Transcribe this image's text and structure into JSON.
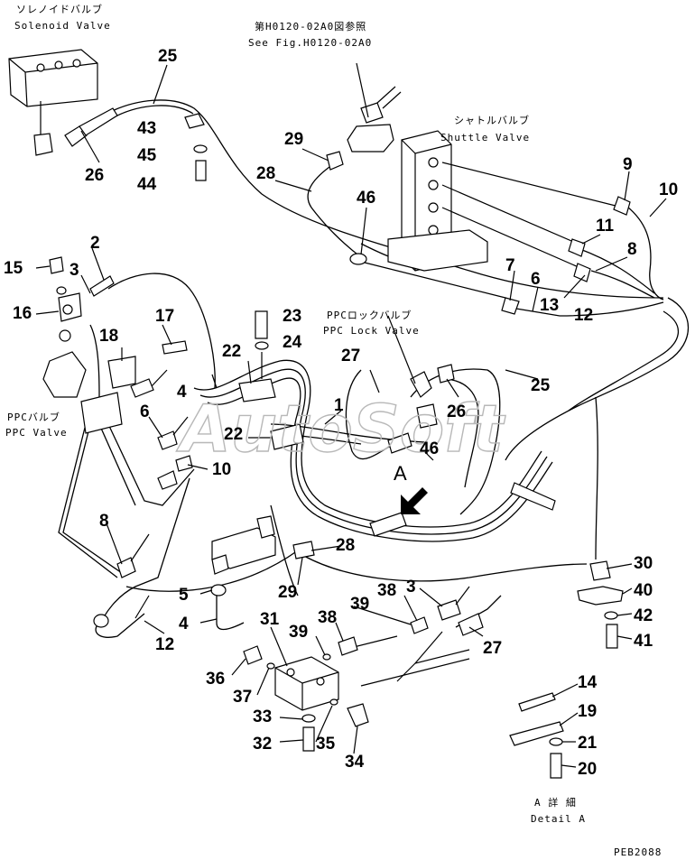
{
  "labels": {
    "solenoid_jp": "ソレノイドバルブ",
    "solenoid_en": "Solenoid Valve",
    "seefig_jp": "第H0120-02A0図参照",
    "seefig_en": "See Fig.H0120-02A0",
    "shuttle_jp": "シャトルバルブ",
    "shuttle_en": "Shuttle Valve",
    "ppclock_jp": "PPCロックバルブ",
    "ppclock_en": "PPC Lock Valve",
    "ppc_jp": "PPCバルブ",
    "ppc_en": "PPC Valve",
    "detail_jp": "A 詳 細",
    "detail_en": "Detail A",
    "view_a": "A",
    "code": "PEB2088",
    "watermark": "AutoSoft"
  },
  "part_numbers": [
    "25",
    "43",
    "45",
    "44",
    "26",
    "29",
    "28",
    "46",
    "9",
    "10",
    "11",
    "8",
    "7",
    "6",
    "13",
    "12",
    "2",
    "15",
    "3",
    "16",
    "17",
    "23",
    "24",
    "18",
    "22",
    "27",
    "4",
    "6",
    "1",
    "25",
    "26",
    "22",
    "46",
    "10",
    "8",
    "30",
    "40",
    "42",
    "41",
    "28",
    "5",
    "29",
    "4",
    "12",
    "38",
    "3",
    "31",
    "39",
    "38",
    "39",
    "27",
    "36",
    "37",
    "33",
    "32",
    "35",
    "34",
    "14",
    "19",
    "21",
    "20"
  ]
}
